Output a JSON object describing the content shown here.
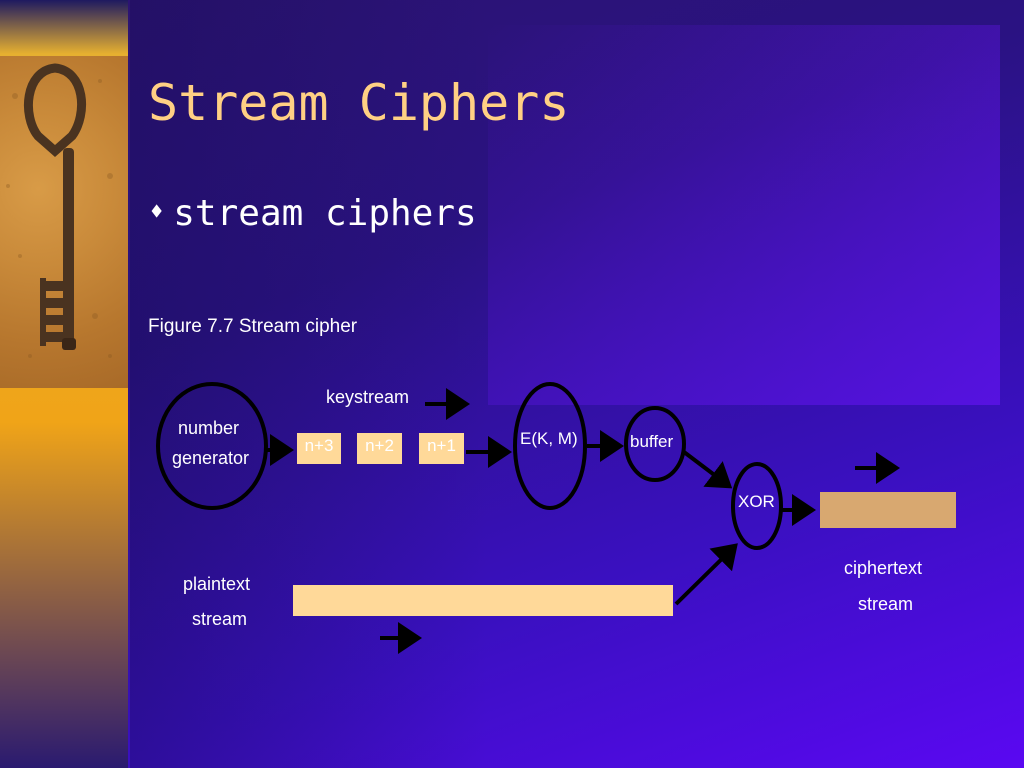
{
  "slide": {
    "title": "Stream Ciphers",
    "bullet": "stream ciphers",
    "caption": "Figure 7.7 Stream cipher"
  },
  "diagram": {
    "keystream_label": "keystream",
    "generator_line1": "number",
    "generator_line2": "generator",
    "key_cells": [
      "n+3",
      "n+2",
      "n+1"
    ],
    "encrypt_label": "E(K, M)",
    "buffer_label": "buffer",
    "xor_label": "XOR",
    "plaintext_line1": "plaintext",
    "plaintext_line2": "stream",
    "ciphertext_line1": "ciphertext",
    "ciphertext_line2": "stream"
  },
  "colors": {
    "title": "#ffd084",
    "box_fill": "#ffd999",
    "cipher_box_fill": "#d8a870",
    "background_accent": "#5a08f2",
    "sidebar": "#f0a418"
  },
  "icons": {
    "bullet": "diamond-bullet-icon",
    "photo": "skeleton-key-photo"
  }
}
